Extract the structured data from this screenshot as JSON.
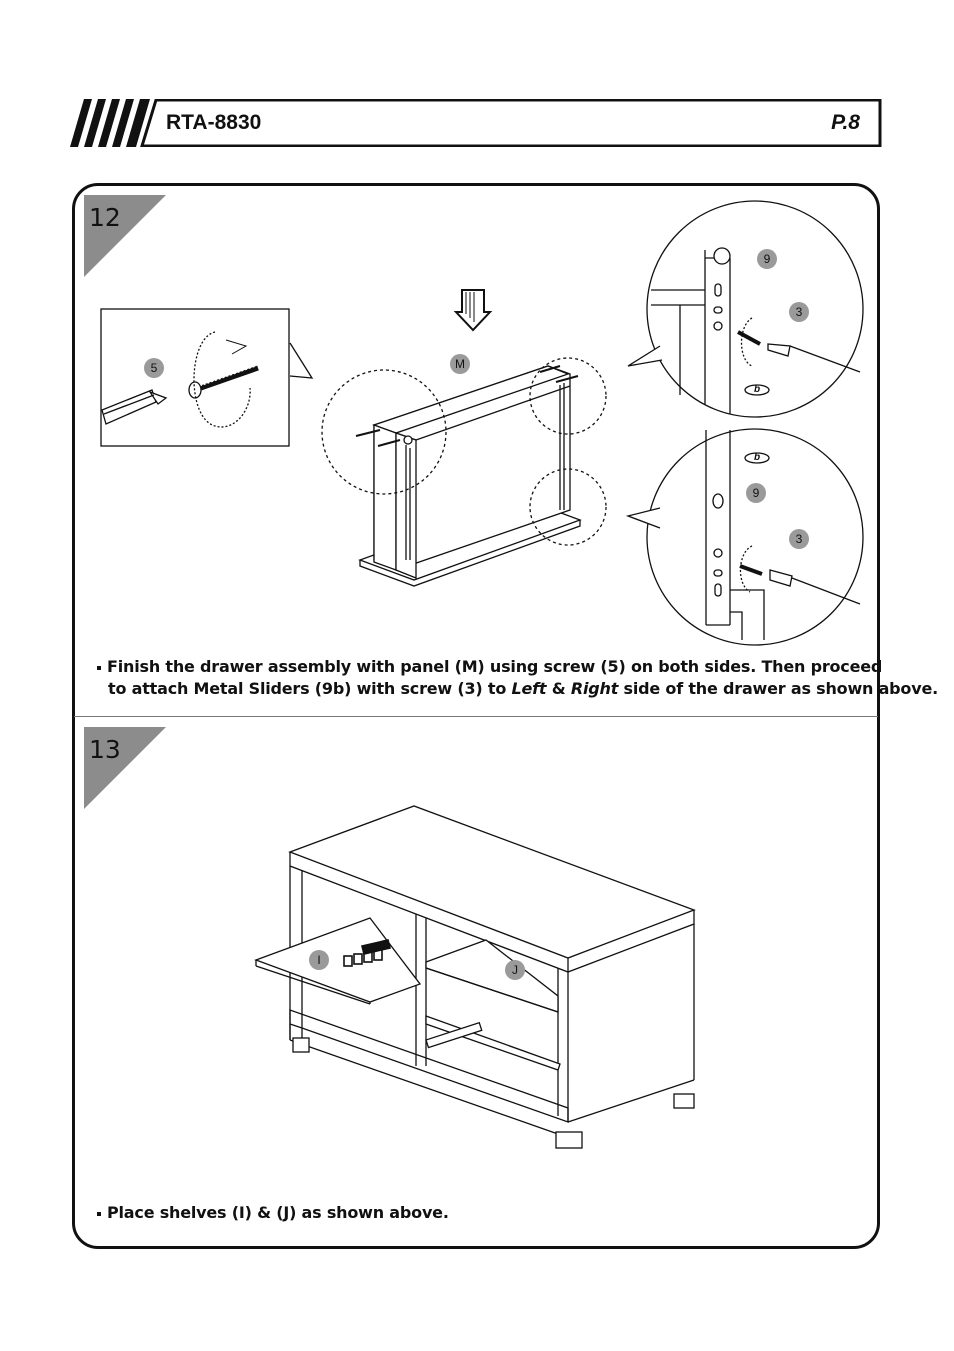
{
  "header": {
    "model": "RTA-8830",
    "page": "P.8"
  },
  "step12": {
    "number": "12",
    "labels": {
      "screw_5": "5",
      "panel_m": "M",
      "slider_9_top": "9",
      "screw_3_top": "3",
      "slider_b_top": "b",
      "slider_b_bottom": "b",
      "slider_9_bottom": "9",
      "screw_3_bottom": "3"
    },
    "instruction_line1": "Finish the drawer assembly with panel (M) using screw (5) on both sides. Then proceed",
    "instruction_line2_a": "to attach Metal Sliders (9b) with screw (3) to ",
    "instruction_line2_left": "Left",
    "instruction_line2_amp": " & ",
    "instruction_line2_right": "Right",
    "instruction_line2_b": " side of the drawer as shown above."
  },
  "step13": {
    "number": "13",
    "labels": {
      "shelf_i": "I",
      "shelf_j": "J"
    },
    "instruction": "Place shelves (I) & (J) as shown above."
  }
}
